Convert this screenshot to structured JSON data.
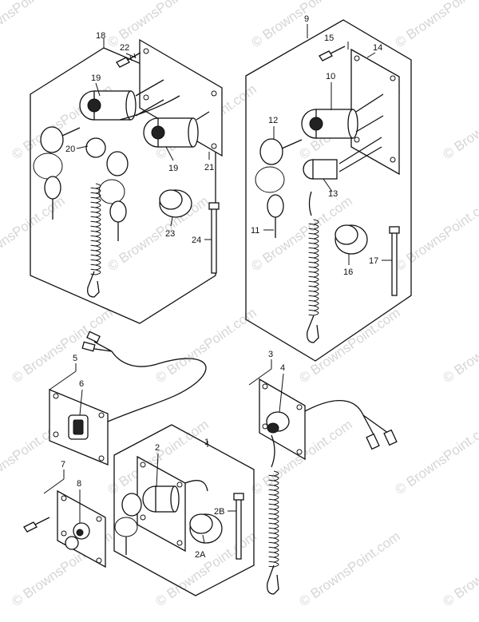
{
  "watermark": "© BrownsPoint.com",
  "labels": [
    {
      "id": "18",
      "text": "18"
    },
    {
      "id": "22",
      "text": "22"
    },
    {
      "id": "19a",
      "text": "19"
    },
    {
      "id": "20",
      "text": "20"
    },
    {
      "id": "19b",
      "text": "19"
    },
    {
      "id": "21",
      "text": "21"
    },
    {
      "id": "23",
      "text": "23"
    },
    {
      "id": "24",
      "text": "24"
    },
    {
      "id": "9",
      "text": "9"
    },
    {
      "id": "15",
      "text": "15"
    },
    {
      "id": "14",
      "text": "14"
    },
    {
      "id": "10",
      "text": "10"
    },
    {
      "id": "12",
      "text": "12"
    },
    {
      "id": "13",
      "text": "13"
    },
    {
      "id": "11",
      "text": "11"
    },
    {
      "id": "16",
      "text": "16"
    },
    {
      "id": "17",
      "text": "17"
    },
    {
      "id": "5",
      "text": "5"
    },
    {
      "id": "6",
      "text": "6"
    },
    {
      "id": "3",
      "text": "3"
    },
    {
      "id": "4",
      "text": "4"
    },
    {
      "id": "2",
      "text": "2"
    },
    {
      "id": "1",
      "text": "1"
    },
    {
      "id": "7",
      "text": "7"
    },
    {
      "id": "8",
      "text": "8"
    },
    {
      "id": "2B",
      "text": "2B"
    },
    {
      "id": "2A",
      "text": "2A"
    }
  ]
}
